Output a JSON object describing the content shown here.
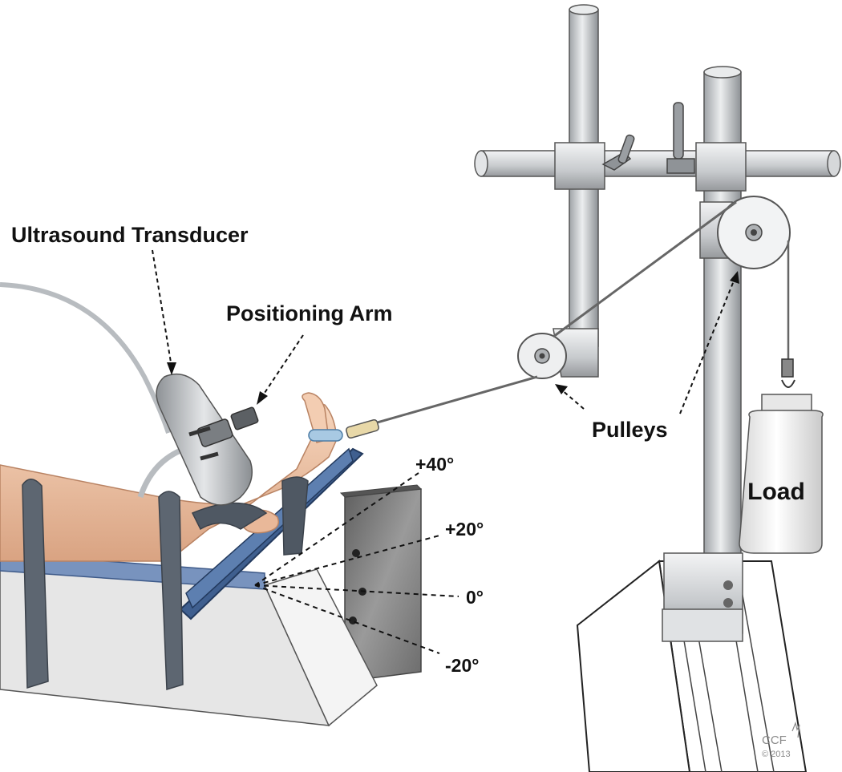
{
  "labels": {
    "transducer": "Ultrasound Transducer",
    "positioning_arm": "Positioning Arm",
    "pulleys": "Pulleys",
    "load": "Load"
  },
  "angles": [
    "+40°",
    "+20°",
    "0°",
    "-20°"
  ],
  "credit": {
    "line1": "CCF",
    "line2": "© 2013"
  },
  "colors": {
    "metal": "#c9cccf",
    "metal_dark": "#8e9194",
    "strap": "#5d6671",
    "footplate": "#3f5f8f",
    "skin": "#f1c7a7",
    "board": "#7d7d7d",
    "bottle": "#f2f2f2"
  }
}
